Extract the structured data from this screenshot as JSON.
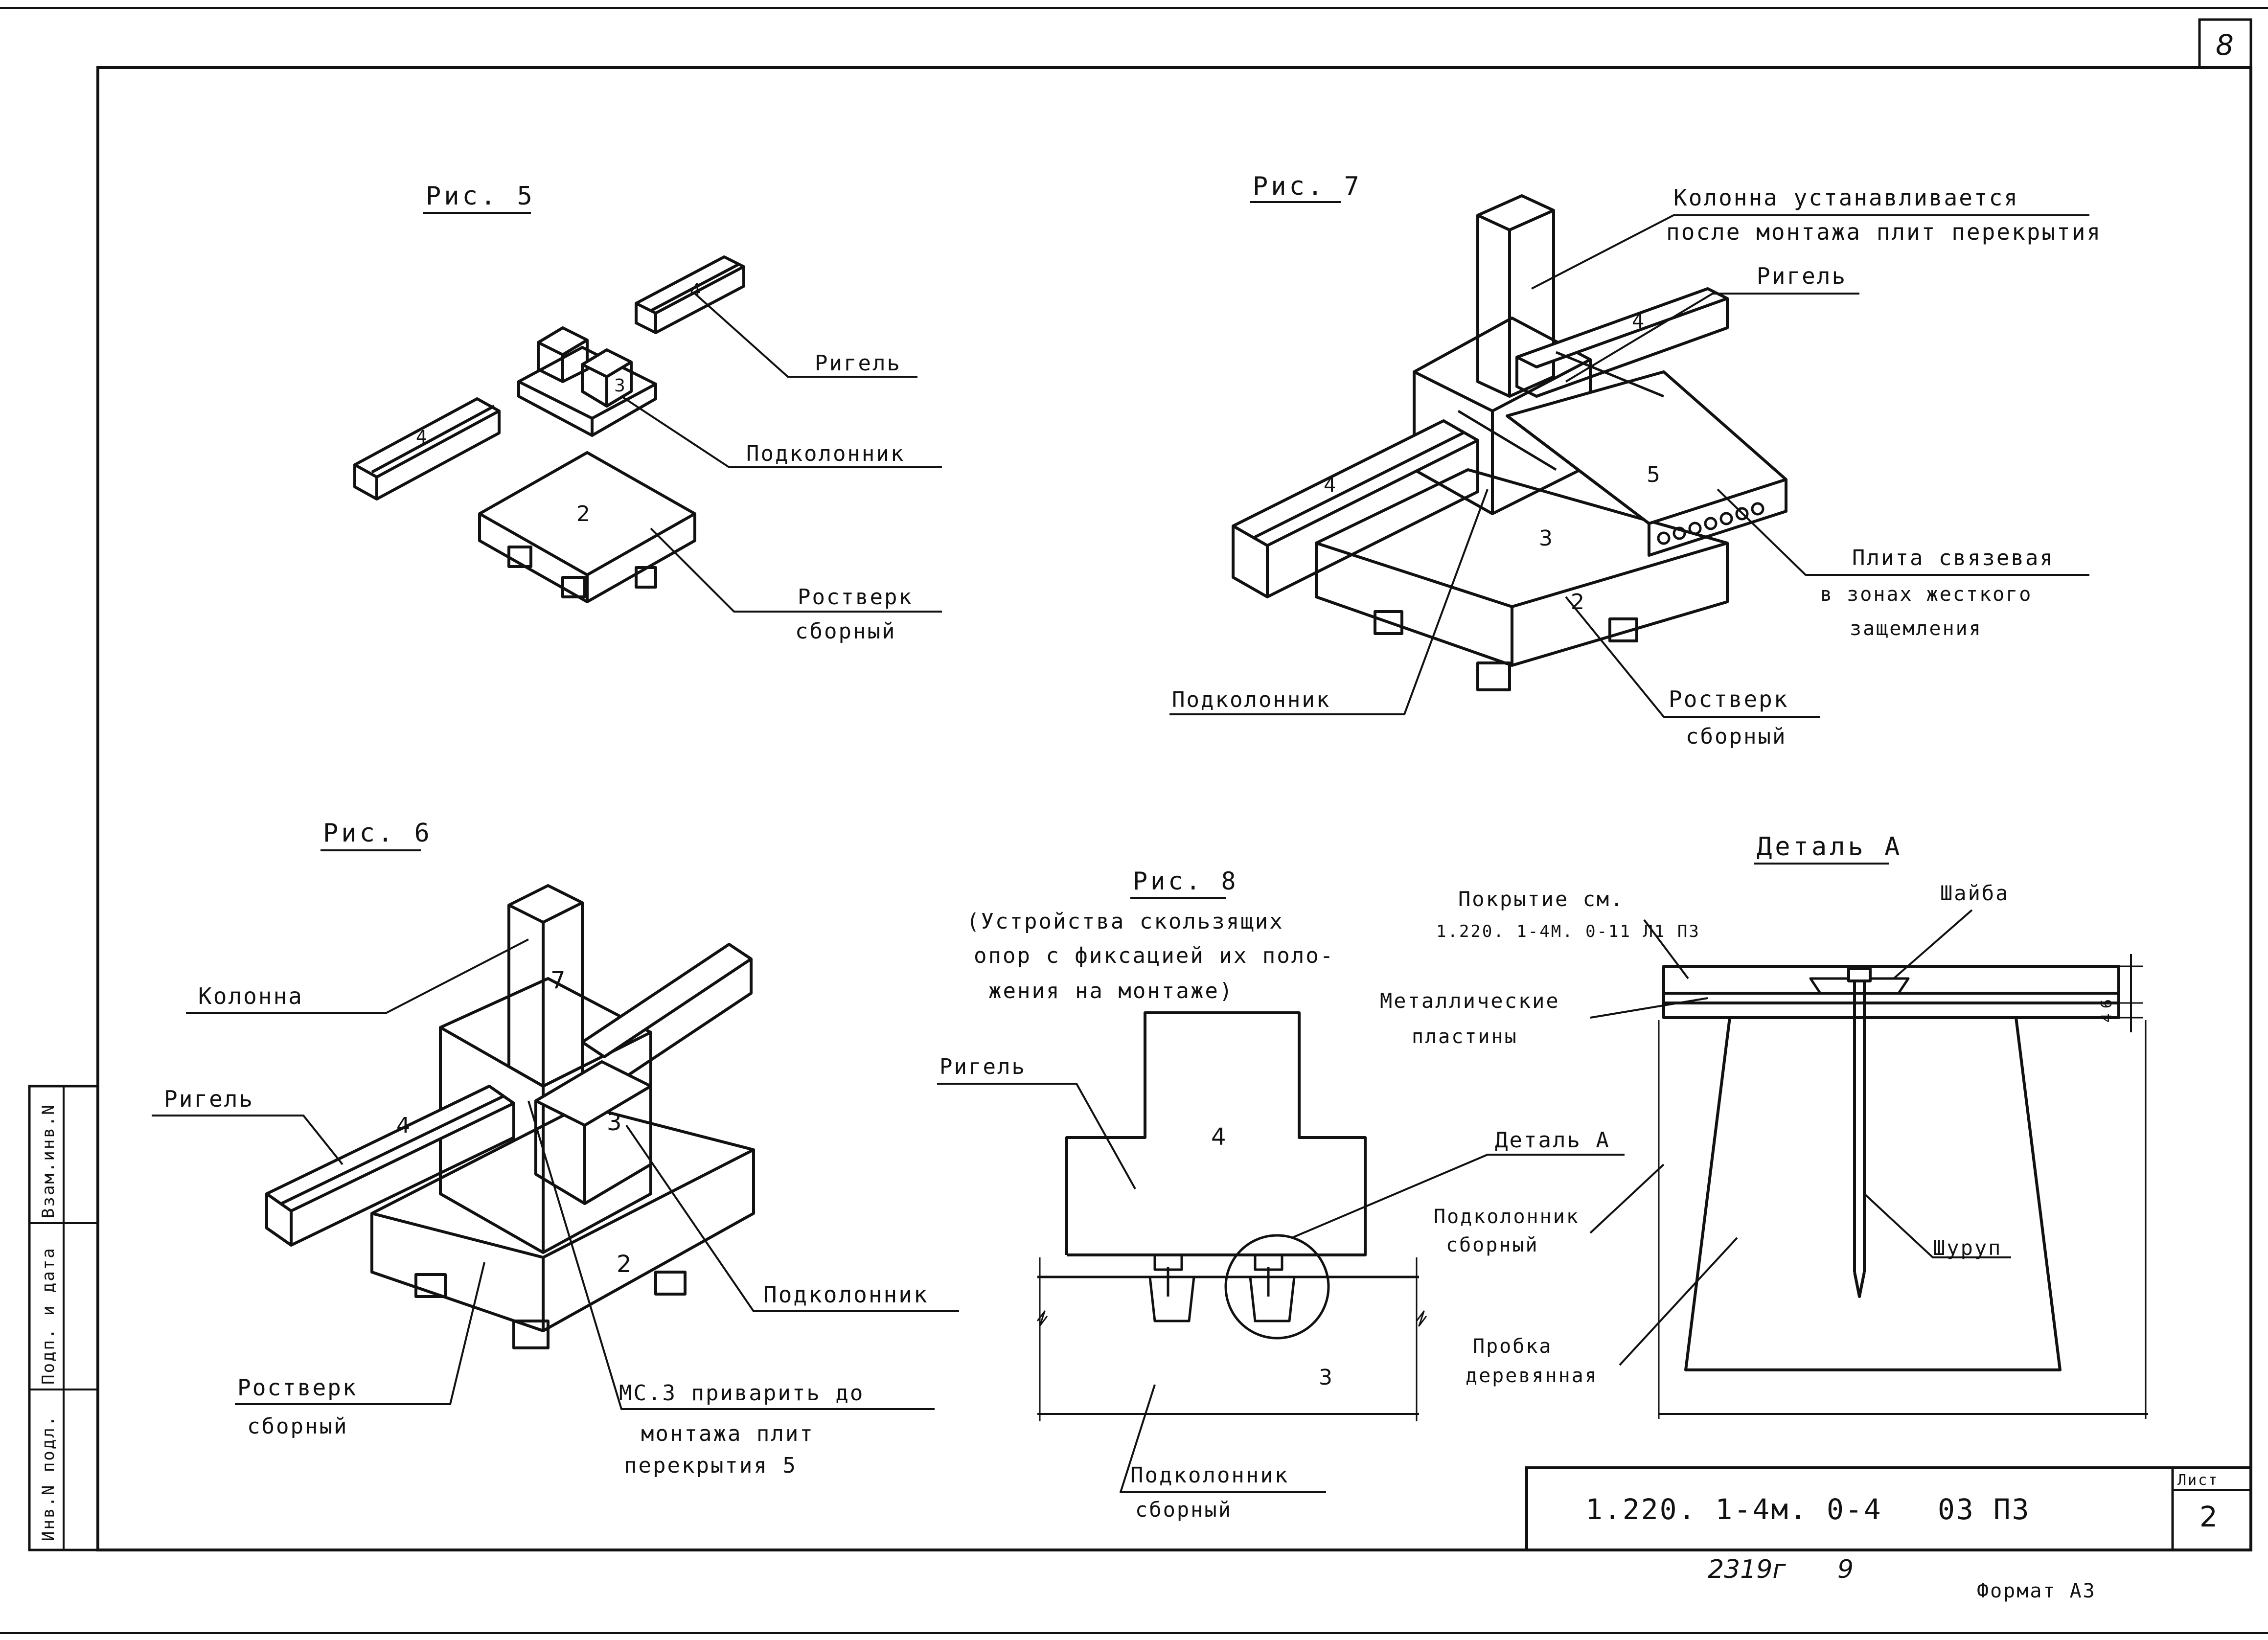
{
  "sheet": {
    "page_number": "8",
    "designation": "1.220. 1-4м. 0-4",
    "section": "03 ПЗ",
    "sheet_label": "Лист",
    "sheet_number": "2",
    "inventory_number": "2319г",
    "copy_number": "9",
    "format": "Формат А3",
    "side_stamp": {
      "col1": "Инв.N подл.",
      "col2": "Подп. и дата",
      "col3": "Взам.инв.N"
    }
  },
  "fig5": {
    "title": "Рис. 5",
    "labels": {
      "rigel": "Ригель",
      "podkolonnik": "Подколонник",
      "rostverk_1": "Ростверк",
      "rostverk_2": "сборный"
    },
    "marks": {
      "beam_a": "4",
      "beam_b": "4",
      "podk": "3",
      "grill": "2"
    }
  },
  "fig6": {
    "title": "Рис. 6",
    "labels": {
      "kolonna": "Колонна",
      "rigel": "Ригель",
      "podkolonnik": "Подколонник",
      "rostverk_1": "Ростверк",
      "rostverk_2": "сборный",
      "note_1": "МС.3 приварить до",
      "note_2": "монтажа плит",
      "note_3": "перекрытия 5"
    },
    "marks": {
      "col": "7",
      "beam": "4",
      "podk": "3",
      "grill": "2"
    }
  },
  "fig7": {
    "title": "Рис. 7",
    "labels": {
      "kolonna_1": "Колонна устанавливается",
      "kolonna_2": "после монтажа плит перекрытия",
      "rigel": "Ригель",
      "plita_1": "Плита связевая",
      "plita_2": "в зонах жесткого",
      "plita_3": "защемления",
      "podkolonnik": "Подколонник",
      "rostverk_1": "Ростверк",
      "rostverk_2": "сборный"
    },
    "marks": {
      "beam_a": "4",
      "beam_b": "4",
      "slab": "5",
      "podk": "3",
      "grill": "2"
    }
  },
  "fig8": {
    "title": "Рис. 8",
    "caption_1": "(Устройства скользящих",
    "caption_2": "опор с фиксацией их поло-",
    "caption_3": "жения на монтаже)",
    "labels": {
      "rigel": "Ригель",
      "detail": "Деталь А",
      "podk_1": "Подколонник",
      "podk_2": "сборный"
    },
    "marks": {
      "beam": "4",
      "podk": "3"
    }
  },
  "detail": {
    "title": "Деталь А",
    "labels": {
      "pokrytie_1": "Покрытие см.",
      "pokrytie_2": "1.220. 1-4М. 0-11 Л1 ПЗ",
      "shayba": "Шайба",
      "plates_1": "Металлические",
      "plates_2": "пластины",
      "podk_1": "Подколонник",
      "podk_2": "сборный",
      "shurup": "Шуруп",
      "probka_1": "Пробка",
      "probka_2": "деревянная",
      "dim": "4 6"
    }
  }
}
